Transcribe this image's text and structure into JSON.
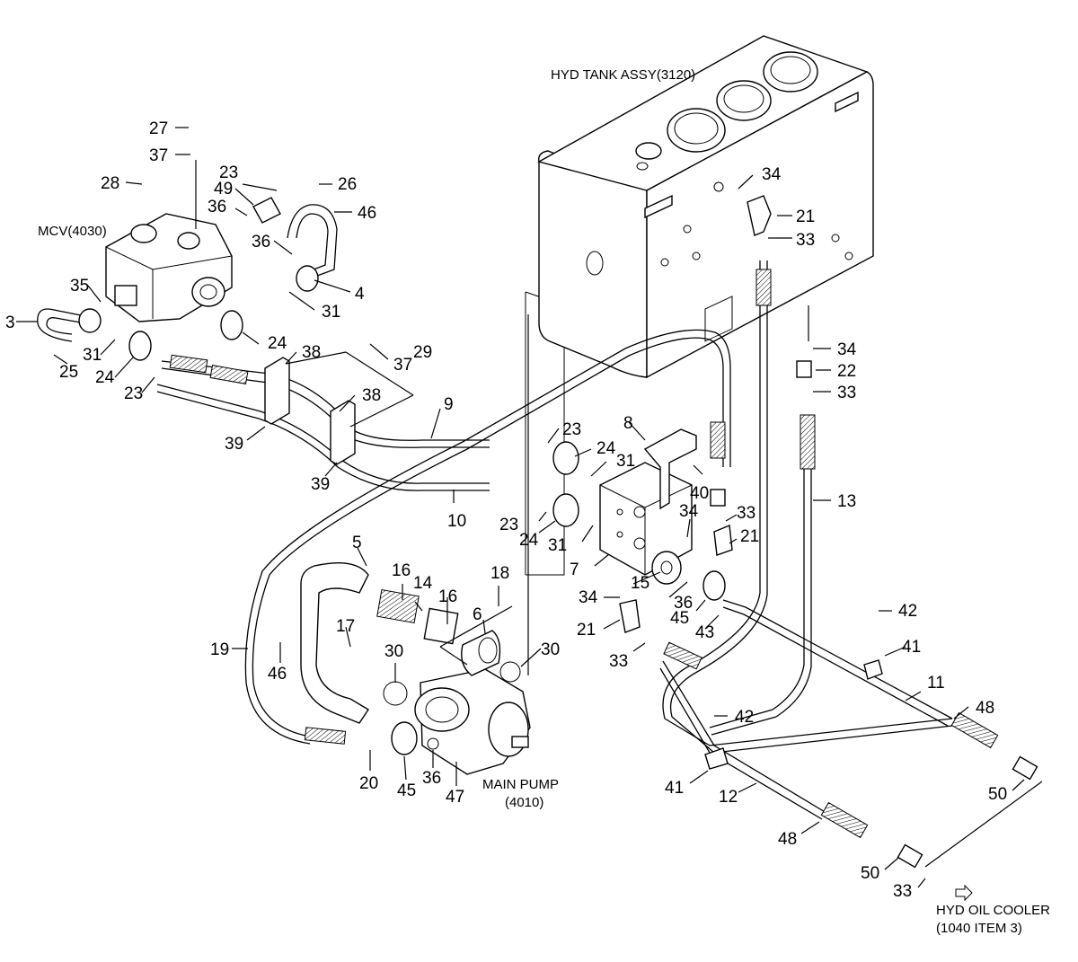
{
  "assemblies": {
    "hyd_tank": "HYD TANK ASSY(3120)",
    "mcv": "MCV(4030)",
    "main_pump_line1": "MAIN PUMP",
    "main_pump_line2": "(4010)",
    "cooler_line1": "HYD OIL COOLER",
    "cooler_line2": "(1040 ITEM 3)"
  },
  "callouts": {
    "c27": "27",
    "c37a": "37",
    "c28": "28",
    "c23a": "23",
    "c26": "26",
    "c49": "49",
    "c36a": "36",
    "c46a": "46",
    "c36b": "36",
    "c35": "35",
    "c4": "4",
    "c3": "3",
    "c31a": "31",
    "c31b": "31",
    "c25": "25",
    "c24a": "24",
    "c24b": "24",
    "c23b": "23",
    "c38a": "38",
    "c29": "29",
    "c37b": "37",
    "c38b": "38",
    "c39a": "39",
    "c9": "9",
    "c39b": "39",
    "c23c": "23",
    "c24c": "24",
    "c8": "8",
    "c31c": "31",
    "c10": "10",
    "c40": "40",
    "c23d": "23",
    "c24d": "24",
    "c31d": "31",
    "c34a": "34",
    "c33a": "33",
    "c21a": "21",
    "c7": "7",
    "c5": "5",
    "c16a": "16",
    "c14": "14",
    "c16b": "16",
    "c18": "18",
    "c6": "6",
    "c15": "15",
    "c34b": "34",
    "c36c": "36",
    "c45a": "45",
    "c43": "43",
    "c17": "17",
    "c30a": "30",
    "c30b": "30",
    "c21b": "21",
    "c33b": "33",
    "c19": "19",
    "c46b": "46",
    "c42a": "42",
    "c41a": "41",
    "c11": "11",
    "c48a": "48",
    "c42b": "42",
    "c20": "20",
    "c45b": "45",
    "c36d": "36",
    "c47": "47",
    "c41b": "41",
    "c12": "12",
    "c50a": "50",
    "c48b": "48",
    "c50b": "50",
    "c33c": "33",
    "c34c": "34",
    "c21c": "21",
    "c33d": "33",
    "c34d": "34",
    "c22": "22",
    "c33e": "33",
    "c13": "13"
  },
  "icons": {
    "cooler_arrow": "arrow-right-outline-icon"
  }
}
